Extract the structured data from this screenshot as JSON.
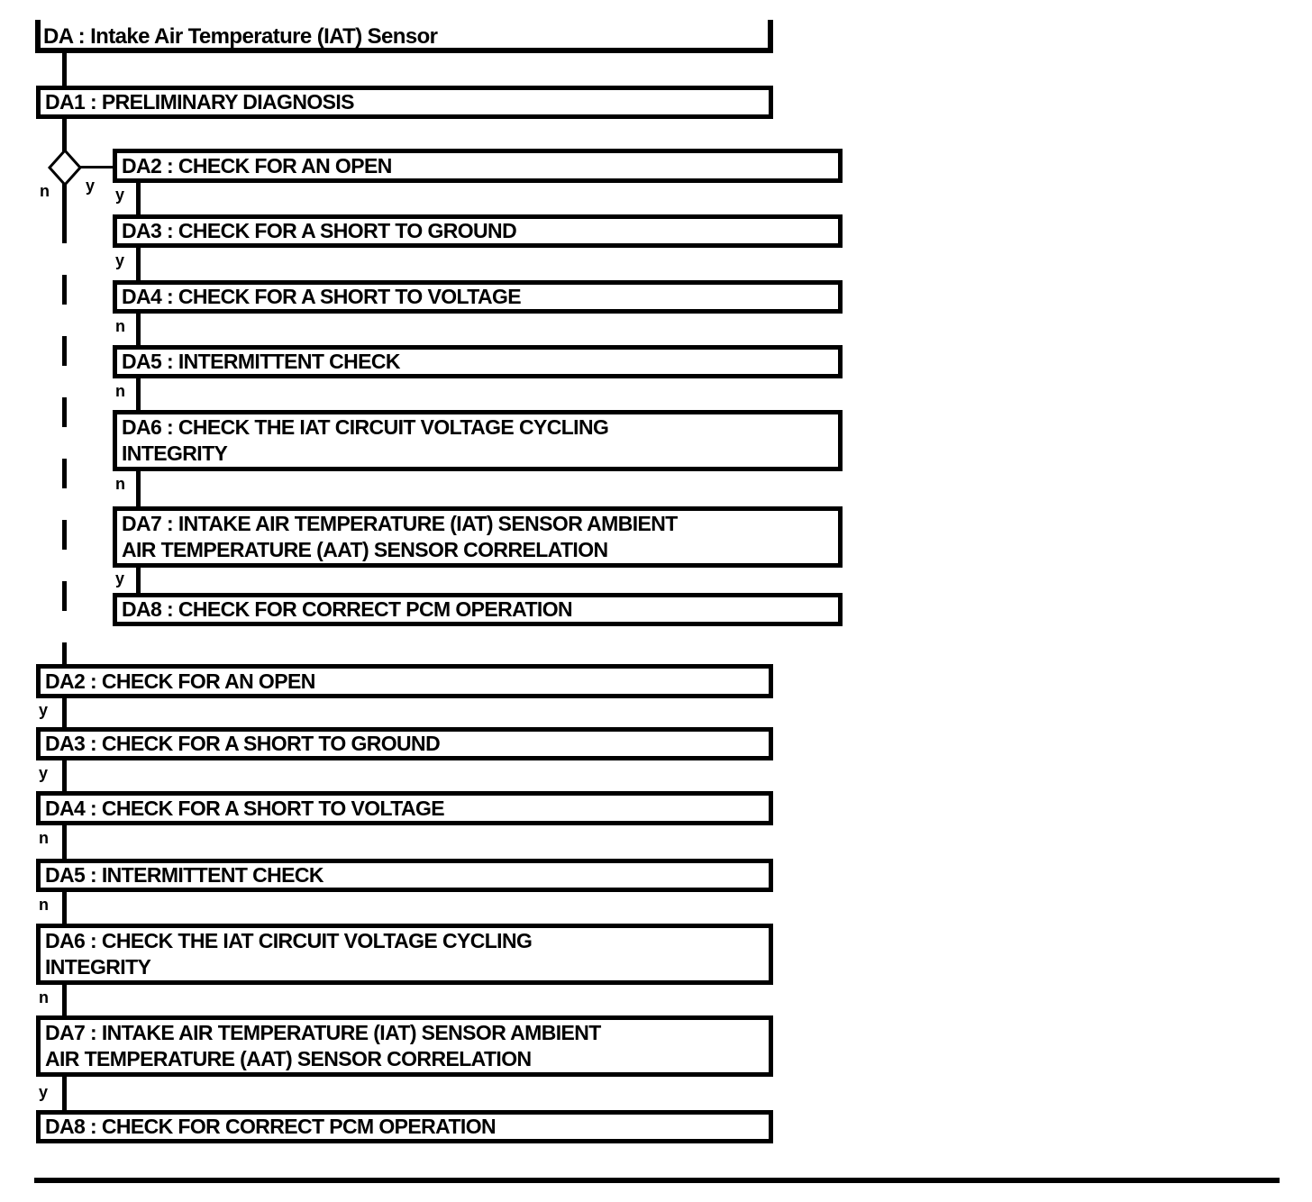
{
  "root_node": {
    "label": "DA : Intake Air Temperature (IAT) Sensor"
  },
  "da1_node": {
    "label": "DA1 : PRELIMINARY DIAGNOSIS"
  },
  "decision": {
    "no_label": "n",
    "yes_label": "y"
  },
  "colors": {
    "line": "#000000",
    "background": "#ffffff"
  },
  "branch_steps": [
    {
      "label": "DA2 : CHECK FOR AN OPEN",
      "out": "y"
    },
    {
      "label": "DA3 : CHECK FOR A SHORT TO GROUND",
      "out": "y"
    },
    {
      "label": "DA4 : CHECK FOR A SHORT TO VOLTAGE",
      "out": "n"
    },
    {
      "label": "DA5 : INTERMITTENT CHECK",
      "out": "n"
    },
    {
      "label": "DA6 : CHECK THE IAT CIRCUIT VOLTAGE CYCLING\nINTEGRITY",
      "out": "n"
    },
    {
      "label": "DA7 : INTAKE AIR TEMPERATURE (IAT) SENSOR AMBIENT\nAIR TEMPERATURE (AAT) SENSOR CORRELATION",
      "out": "y"
    },
    {
      "label": "DA8 : CHECK FOR CORRECT PCM OPERATION",
      "out": ""
    }
  ],
  "main_steps": [
    {
      "label": "DA2 : CHECK FOR AN OPEN",
      "out": "y"
    },
    {
      "label": "DA3 : CHECK FOR A SHORT TO GROUND",
      "out": "y"
    },
    {
      "label": "DA4 : CHECK FOR A SHORT TO VOLTAGE",
      "out": "n"
    },
    {
      "label": "DA5 : INTERMITTENT CHECK",
      "out": "n"
    },
    {
      "label": "DA6 : CHECK THE IAT CIRCUIT VOLTAGE CYCLING\nINTEGRITY",
      "out": "n"
    },
    {
      "label": "DA7 : INTAKE AIR TEMPERATURE (IAT) SENSOR AMBIENT\nAIR TEMPERATURE (AAT) SENSOR CORRELATION",
      "out": "y"
    },
    {
      "label": "DA8 : CHECK FOR CORRECT PCM OPERATION",
      "out": ""
    }
  ]
}
